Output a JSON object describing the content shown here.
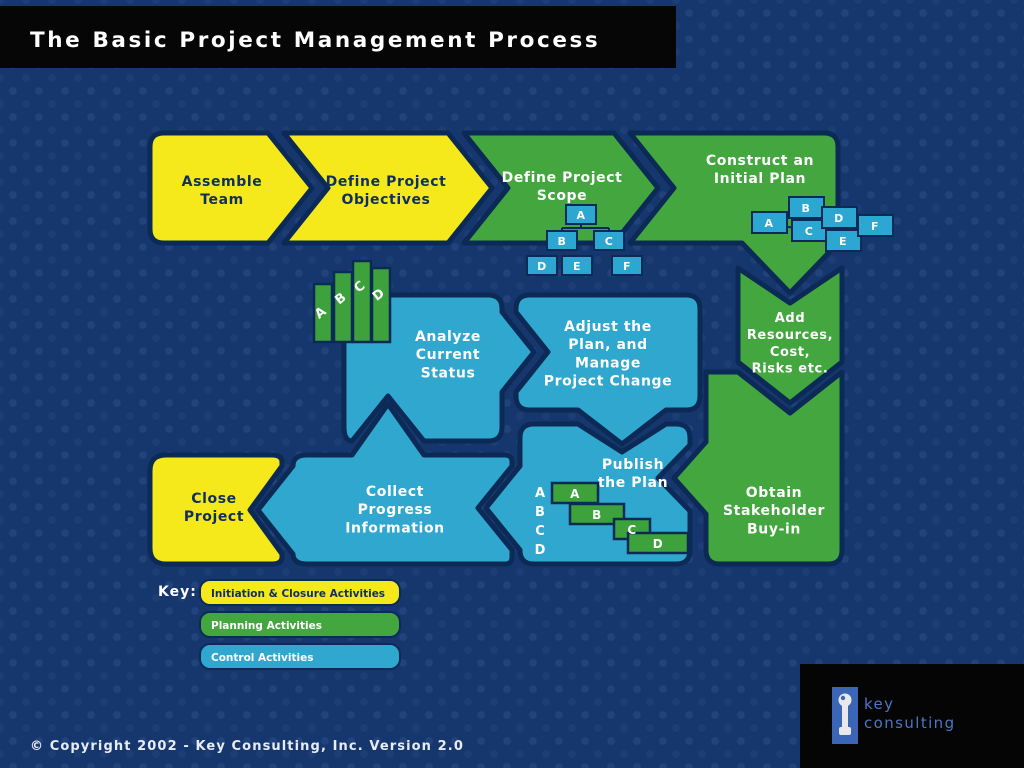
{
  "title": "The Basic Project Management Process",
  "copyright": "© Copyright 2002 - Key Consulting, Inc. Version 2.0",
  "logo": {
    "line1": "key",
    "line2": "consulting"
  },
  "colors": {
    "background": "#16376E",
    "outline": "#0C2A56",
    "yellow": "#F5E91C",
    "green": "#43A63F",
    "blue": "#2FA7CF",
    "bar_green": "#3DA23B",
    "mini_blue": "#2BA7D1",
    "title_bar": "#060606",
    "logo_black": "#050505",
    "logo_blue": "#3A66B5",
    "logo_text_blue": "#4A77C4",
    "text_on_dark": "#FFFFFF",
    "text_on_yellow": "#0F2F5E"
  },
  "key": {
    "heading": "Key:",
    "items": [
      {
        "label": "Initiation & Closure Activities",
        "color": "#F5E91C"
      },
      {
        "label": "Planning Activities",
        "color": "#43A63F"
      },
      {
        "label": "Control Activities",
        "color": "#2FA7CF"
      }
    ]
  },
  "nodes": {
    "assemble_team": {
      "lines": [
        "Assemble",
        "Team"
      ]
    },
    "define_objectives": {
      "lines": [
        "Define Project",
        "Objectives"
      ]
    },
    "define_scope": {
      "lines": [
        "Define Project",
        "Scope"
      ]
    },
    "construct_plan": {
      "lines": [
        "Construct an",
        "Initial Plan"
      ]
    },
    "add_resources": {
      "lines": [
        "Add",
        "Resources,",
        "Cost,",
        "Risks etc."
      ]
    },
    "obtain_buyin": {
      "lines": [
        "Obtain",
        "Stakeholder",
        "Buy-in"
      ]
    },
    "publish_plan": {
      "lines": [
        "Publish",
        "the Plan"
      ]
    },
    "adjust_plan": {
      "lines": [
        "Adjust the",
        "Plan, and",
        "Manage",
        "Project Change"
      ]
    },
    "analyze_status": {
      "lines": [
        "Analyze",
        "Current",
        "Status"
      ]
    },
    "collect_progress": {
      "lines": [
        "Collect",
        "Progress",
        "Information"
      ]
    },
    "close_project": {
      "lines": [
        "Close",
        "Project"
      ]
    }
  },
  "letters": [
    "A",
    "B",
    "C",
    "D",
    "E",
    "F"
  ]
}
